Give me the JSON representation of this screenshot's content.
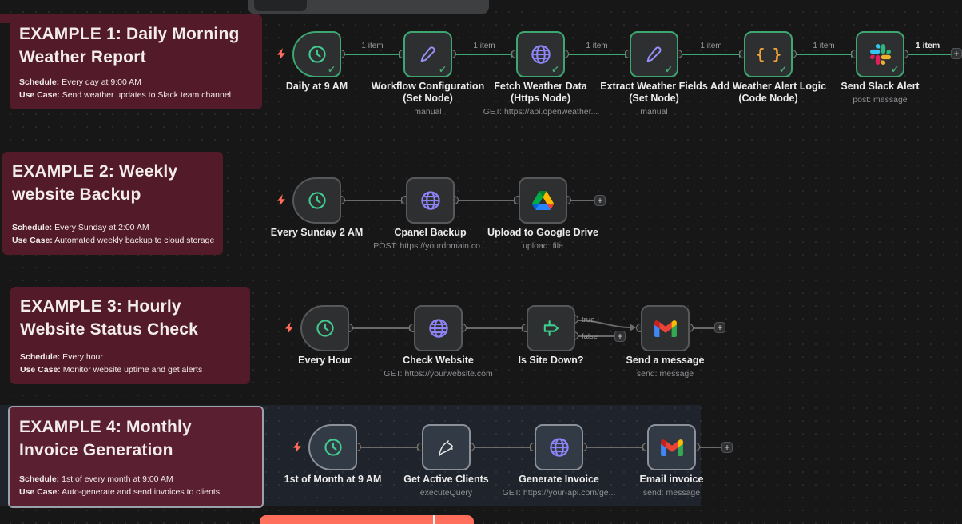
{
  "ui": {
    "check": "✓",
    "plus": "+",
    "code_braces": "{ }"
  },
  "colors": {
    "canvas_bg": "#171717",
    "note_bg": "#531a29",
    "success_green": "#3da671",
    "bolt_salmon": "#ff6d5a",
    "purple_icon": "#8d84f8",
    "code_orange": "#f2a33c",
    "execute_button": "#ff6f5c",
    "selection_tint": "#22304a"
  },
  "workflows": [
    {
      "note": {
        "title": "EXAMPLE 1: Daily Morning Weather Report",
        "schedule_label": "Schedule:",
        "schedule": "Every day at 9:00 AM",
        "usecase_label": "Use Case:",
        "usecase": "Send weather updates to Slack team channel"
      },
      "nodes": [
        {
          "title": "Daily at 9 AM"
        },
        {
          "title": "Workflow Configuration",
          "subtitle": "(Set Node)",
          "detail": "manual"
        },
        {
          "title": "Fetch Weather Data",
          "subtitle": "(Https Node)",
          "detail": "GET: https://api.openweather..."
        },
        {
          "title": "Extract Weather Fields",
          "subtitle": "(Set Node)",
          "detail": "manual"
        },
        {
          "title": "Add Weather Alert Logic",
          "subtitle": "(Code Node)"
        },
        {
          "title": "Send Slack Alert",
          "detail": "post: message"
        }
      ],
      "edge_labels": [
        "1 item",
        "1 item",
        "1 item",
        "1 item",
        "1 item",
        "1 item"
      ]
    },
    {
      "note": {
        "title": "EXAMPLE 2: Weekly website Backup",
        "schedule_label": "Schedule:",
        "schedule": "Every Sunday at 2:00 AM",
        "usecase_label": "Use Case:",
        "usecase": "Automated weekly backup to cloud storage"
      },
      "nodes": [
        {
          "title": "Every Sunday 2 AM"
        },
        {
          "title": "Cpanel Backup",
          "detail": "POST: https://yourdomain.co..."
        },
        {
          "title": "Upload to Google Drive",
          "detail": "upload: file"
        }
      ]
    },
    {
      "note": {
        "title": "EXAMPLE 3: Hourly Website Status Check",
        "schedule_label": "Schedule:",
        "schedule": "Every hour",
        "usecase_label": "Use Case:",
        "usecase": "Monitor website uptime and get alerts"
      },
      "nodes": [
        {
          "title": "Every Hour"
        },
        {
          "title": "Check Website",
          "detail": "GET: https://yourwebsite.com"
        },
        {
          "title": "Is Site Down?",
          "true_label": "true",
          "false_label": "false"
        },
        {
          "title": "Send a message",
          "detail": "send: message"
        }
      ]
    },
    {
      "note": {
        "title": "EXAMPLE 4: Monthly Invoice Generation",
        "schedule_label": "Schedule:",
        "schedule": "1st of every month at 9:00 AM",
        "usecase_label": "Use Case:",
        "usecase": "Auto-generate and send invoices to clients"
      },
      "nodes": [
        {
          "title": "1st of Month at 9 AM"
        },
        {
          "title": "Get Active Clients",
          "detail": "executeQuery"
        },
        {
          "title": "Generate Invoice",
          "detail": "GET: https://your-api.com/ge..."
        },
        {
          "title": "Email invoice",
          "detail": "send: message"
        }
      ]
    }
  ]
}
